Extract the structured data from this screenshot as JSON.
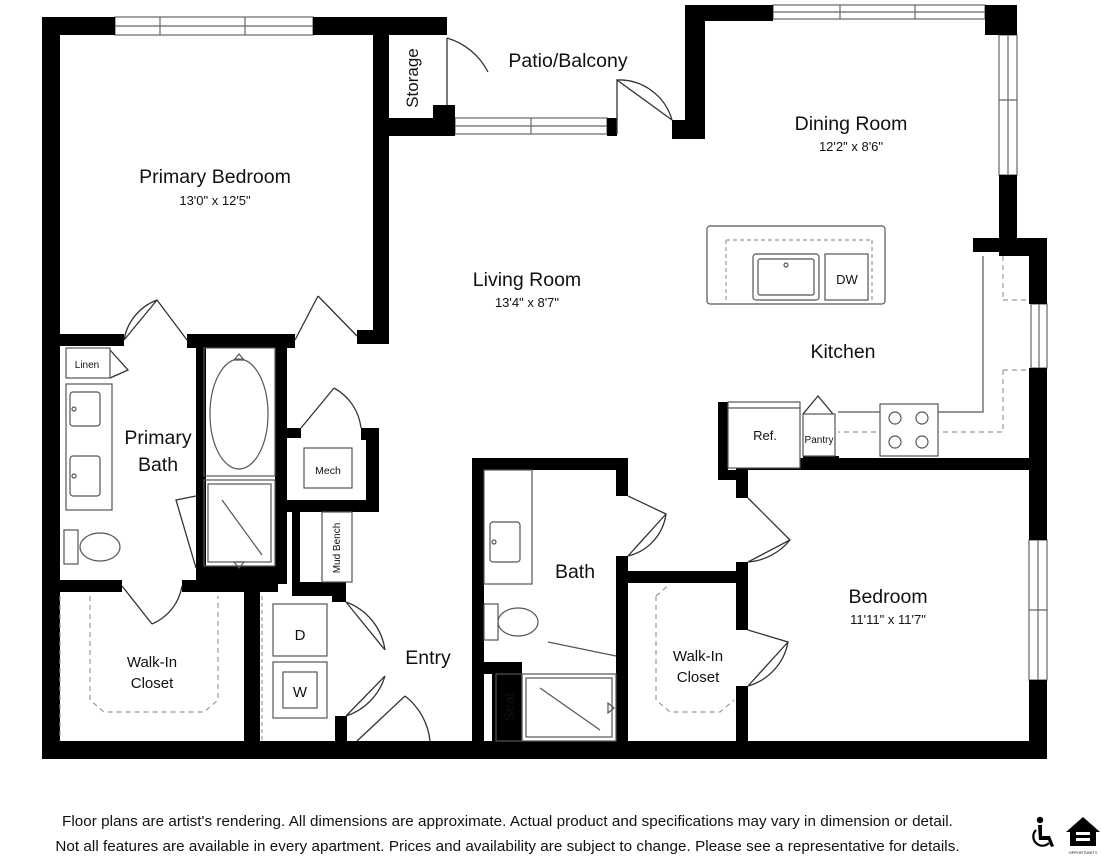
{
  "rooms": {
    "primary_bedroom": {
      "name": "Primary Bedroom",
      "dims": "13'0\" x 12'5\""
    },
    "living_room": {
      "name": "Living Room",
      "dims": "13'4\" x 8'7\""
    },
    "dining_room": {
      "name": "Dining Room",
      "dims": "12'2\" x 8'6\""
    },
    "kitchen": {
      "name": "Kitchen"
    },
    "bedroom": {
      "name": "Bedroom",
      "dims": "11'11\" x 11'7\""
    },
    "patio": {
      "name": "Patio/Balcony"
    },
    "storage": {
      "name": "Storage"
    },
    "primary_bath": {
      "line1": "Primary",
      "line2": "Bath"
    },
    "bath": {
      "name": "Bath"
    },
    "entry": {
      "name": "Entry"
    },
    "walkin_primary": {
      "line1": "Walk-In",
      "line2": "Closet"
    },
    "walkin_bedroom": {
      "line1": "Walk-In",
      "line2": "Closet"
    }
  },
  "fixtures": {
    "linen": "Linen",
    "mech": "Mech",
    "mud_bench": "Mud Bench",
    "dryer": "D",
    "washer": "W",
    "seat": "Seat",
    "dishwasher": "DW",
    "refrigerator": "Ref.",
    "pantry": "Pantry"
  },
  "disclaimer": {
    "line1": "Floor plans are artist's rendering. All dimensions are approximate. Actual product and specifications may vary in dimension or detail.",
    "line2": "Not all features are available in every apartment. Prices and availability are subject to change. Please see a representative for details."
  },
  "badges": {
    "accessibility_icon": "accessibility-icon",
    "equal_housing_icon": "equal-housing-icon",
    "equal_housing_text": "OPPORTUNITY"
  },
  "colors": {
    "wall": "#000000",
    "fixture_line": "#555555",
    "dashed_line": "#9a9a9a"
  }
}
